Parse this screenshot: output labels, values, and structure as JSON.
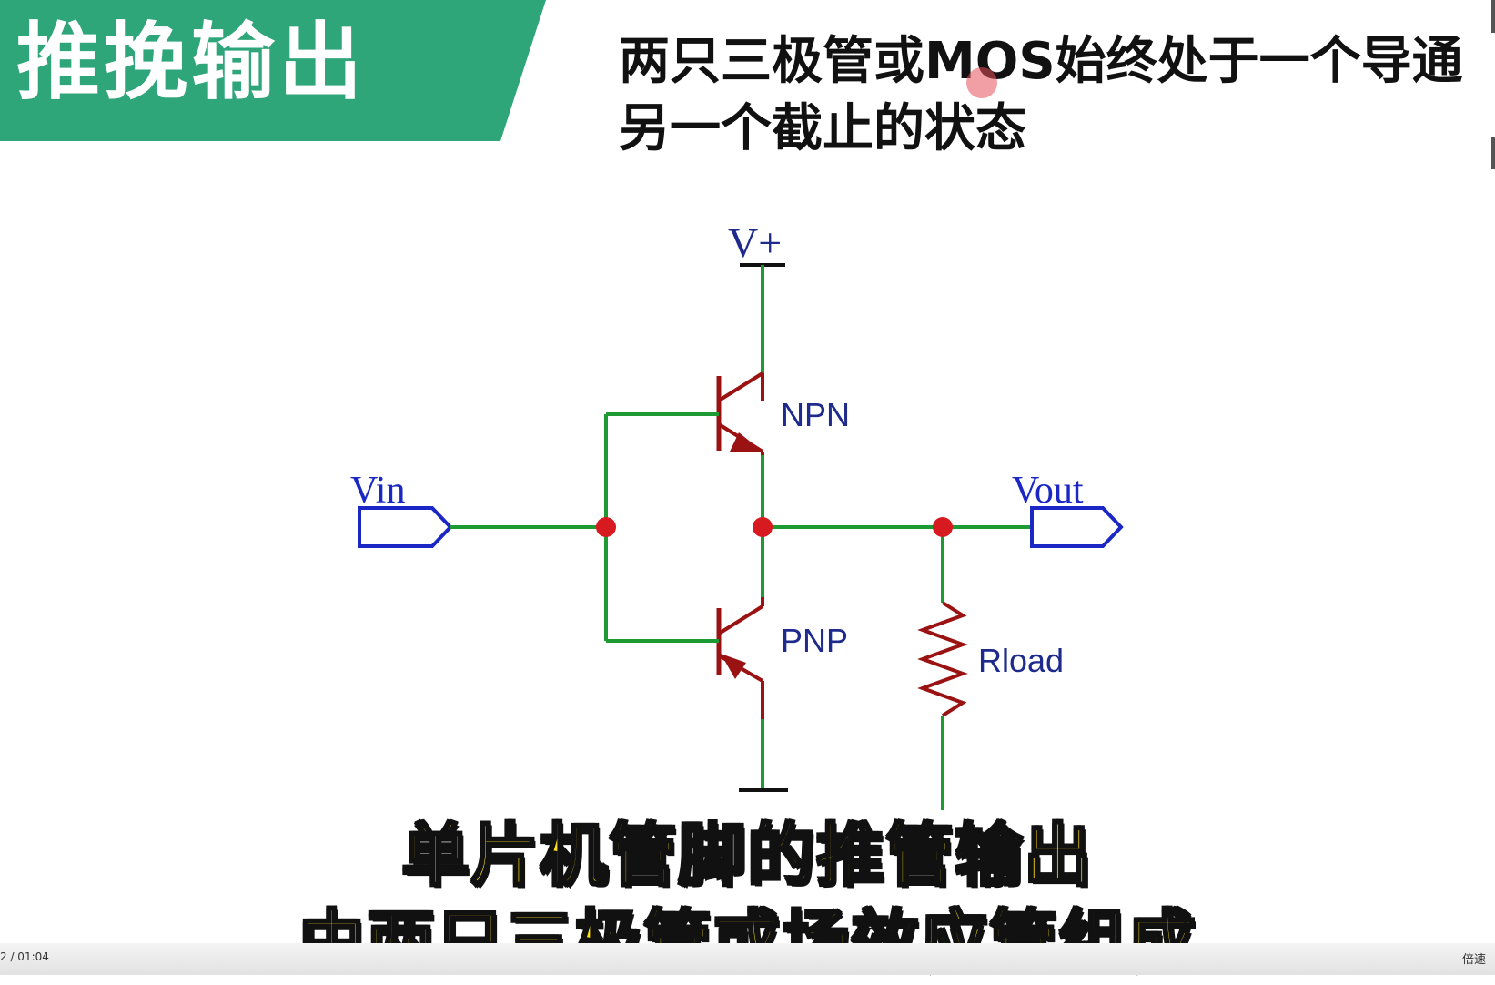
{
  "slide": {
    "title": "推挽输出",
    "description_line1": "两只三极管或MOS始终处于一个导通",
    "description_line2": "另一个截止的状态"
  },
  "circuit": {
    "supply_label": "V+",
    "input_label": "Vin",
    "output_label": "Vout",
    "upper_transistor_label": "NPN",
    "lower_transistor_label": "PNP",
    "load_label": "Rload",
    "colors": {
      "wire": "#1e9a34",
      "component": "#9b1212",
      "port": "#1a27c4",
      "junction": "#d71920",
      "label": "#1e2a8c"
    }
  },
  "subtitles": {
    "line1": "单片机管脚的推管输出",
    "line2": "由两只三极管或场效应管组成"
  },
  "player": {
    "time": "2 / 01:04",
    "speed_label": "倍速"
  },
  "icons": {
    "cursor": "cursor-highlight-icon"
  }
}
